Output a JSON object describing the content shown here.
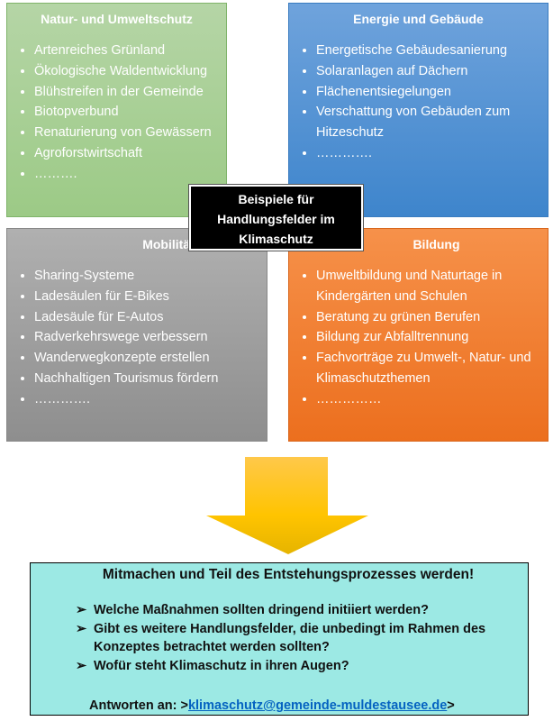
{
  "quadrants": {
    "natur": {
      "title": "Natur- und Umweltschutz",
      "items": [
        "Artenreiches Grünland",
        "Ökologische Waldentwicklung",
        "Blühstreifen in der Gemeinde",
        "Biotopverbund",
        "Renaturierung von Gewässern",
        "Agroforstwirtschaft",
        "………."
      ]
    },
    "energie": {
      "title": "Energie und Gebäude",
      "items": [
        "Energetische Gebäudesanierung",
        "Solaranlagen auf Dächern",
        "Flächenentsiegelungen",
        "Verschattung von Gebäuden zum Hitzeschutz",
        "…………."
      ]
    },
    "mobilitaet": {
      "title": "Mobilität",
      "items": [
        "Sharing-Systeme",
        "Ladesäulen für E-Bikes",
        "Ladesäule für E-Autos",
        "Radverkehrswege verbessern",
        "Wanderwegkonzepte erstellen",
        "Nachhaltigen Tourismus fördern",
        "…………."
      ]
    },
    "bildung": {
      "title": "Bildung",
      "items": [
        "Umweltbildung und Naturtage in Kindergärten und Schulen",
        "Beratung zu grünen Berufen",
        "Bildung zur Abfalltrennung",
        "Fachvorträge zu Umwelt-, Natur- und Klimaschutzthemen",
        "……………"
      ]
    }
  },
  "center": {
    "line1": "Beispiele für",
    "line2": "Handlungsfelder im",
    "line3": "Klimaschutz"
  },
  "cta": {
    "title": "Mitmachen und Teil des Entstehungsprozesses werden!",
    "questions": [
      "Welche Maßnahmen sollten dringend initiiert werden?",
      "Gibt es weitere Handlungsfelder, die unbedingt im Rahmen des Konzeptes betrachtet werden sollten?",
      "Wofür steht Klimaschutz in ihren Augen?"
    ],
    "answer_label": "Antworten an: >",
    "email": "klimaschutz@gemeinde-muldestausee.de",
    "answer_suffix": ">"
  },
  "colors": {
    "green": "#9cca86",
    "blue": "#3e85cc",
    "gray": "#8e8e8e",
    "orange": "#ec6f1e",
    "cyan": "#9ce9e4",
    "arrow": "#ffc000"
  }
}
